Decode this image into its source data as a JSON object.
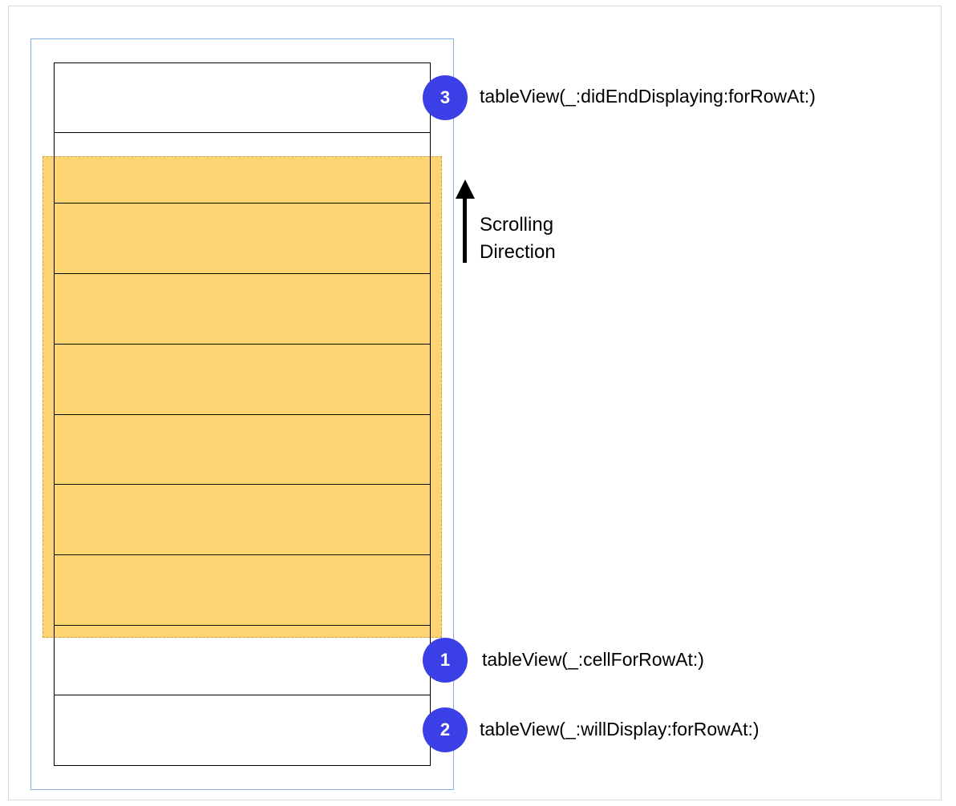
{
  "callouts": {
    "did_end": {
      "number": "3",
      "text": "tableView(_:didEndDisplaying:forRowAt:)"
    },
    "cell_for_row": {
      "number": "1",
      "text": "tableView(_:cellForRowAt:)"
    },
    "will_display": {
      "number": "2",
      "text": "tableView(_:willDisplay:forRowAt:)"
    }
  },
  "scroll": {
    "line1": "Scrolling",
    "line2": "Direction"
  },
  "colors": {
    "visible_region": "#fccd58",
    "badge": "#3b3fe6",
    "outer_box": "#86aee6"
  }
}
